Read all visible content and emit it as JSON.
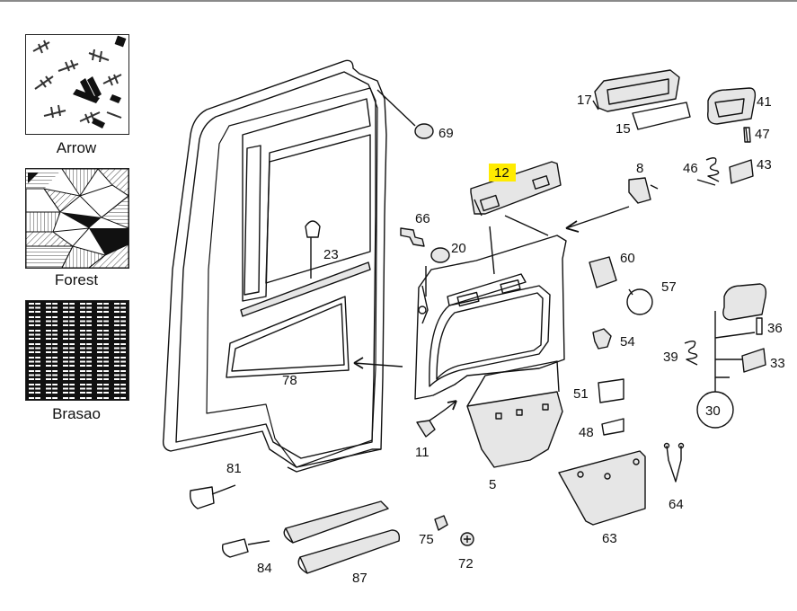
{
  "swatches": [
    {
      "name": "Arrow"
    },
    {
      "name": "Forest"
    },
    {
      "name": "Brasao"
    }
  ],
  "diagram": {
    "highlighted_part": "12",
    "callouts": [
      "17",
      "15",
      "41",
      "47",
      "46",
      "43",
      "8",
      "12",
      "69",
      "66",
      "20",
      "23",
      "60",
      "57",
      "54",
      "36",
      "39",
      "33",
      "51",
      "30",
      "48",
      "78",
      "11",
      "5",
      "64",
      "81",
      "84",
      "87",
      "75",
      "72",
      "63"
    ]
  },
  "colors": {
    "highlight": "#ffeb00",
    "line": "#111111",
    "part_fill": "#e6e6e6"
  }
}
